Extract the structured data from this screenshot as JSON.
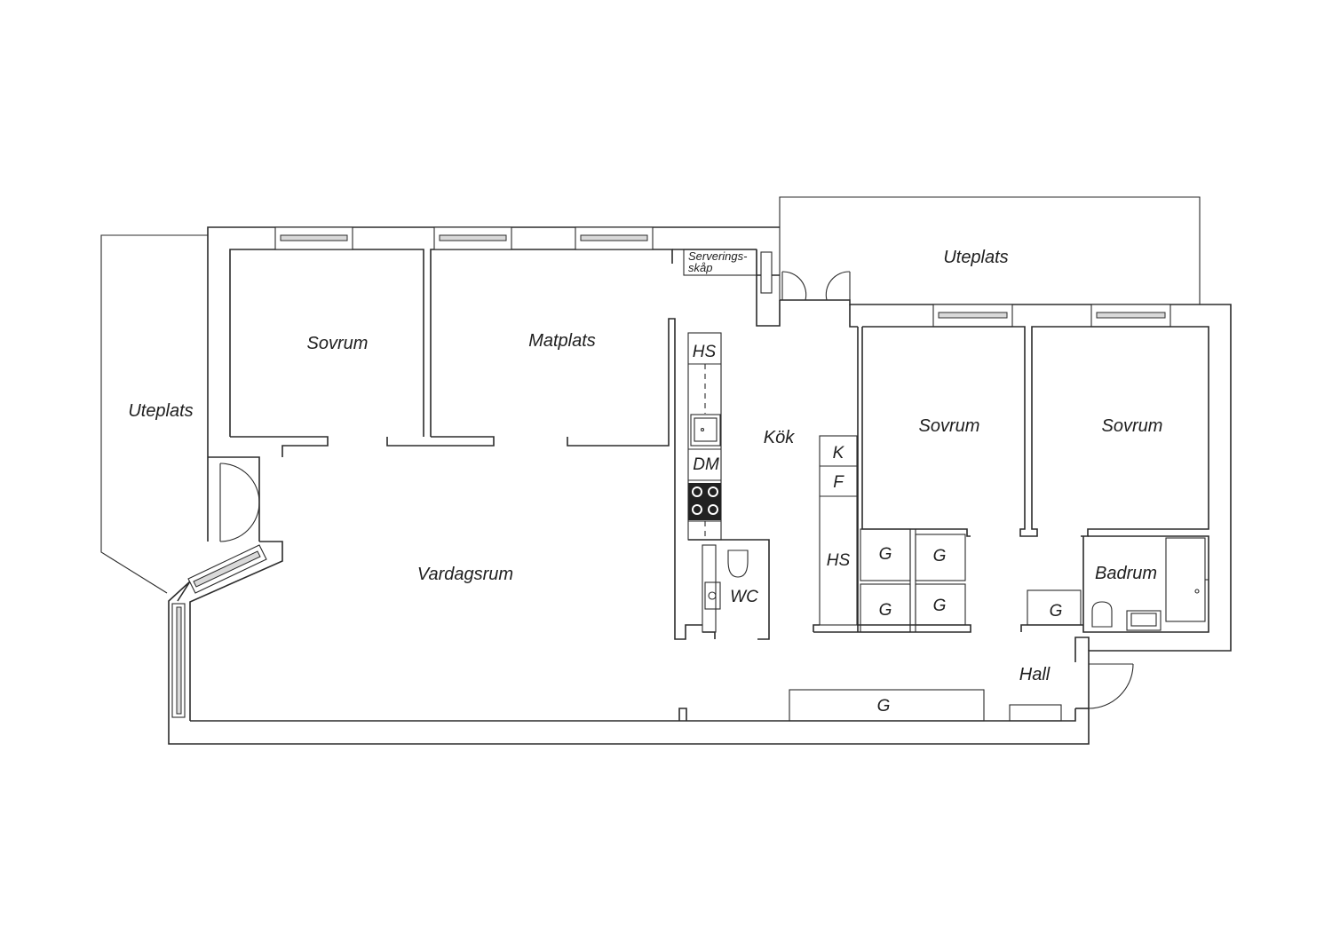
{
  "labels": {
    "uteplats_left": "Uteplats",
    "uteplats_top": "Uteplats",
    "sovrum_1": "Sovrum",
    "matplats": "Matplats",
    "vardagsrum": "Vardagsrum",
    "kok": "Kök",
    "hs_1": "HS",
    "dm": "DM",
    "wc": "WC",
    "serverings_1": "Serverings-",
    "serverings_2": "skåp",
    "k": "K",
    "f": "F",
    "hs_2": "HS",
    "g_1": "G",
    "g_2": "G",
    "g_3": "G",
    "g_4": "G",
    "sovrum_2": "Sovrum",
    "sovrum_3": "Sovrum",
    "badrum": "Badrum",
    "g_bath": "G",
    "hall": "Hall",
    "g_long": "G"
  }
}
